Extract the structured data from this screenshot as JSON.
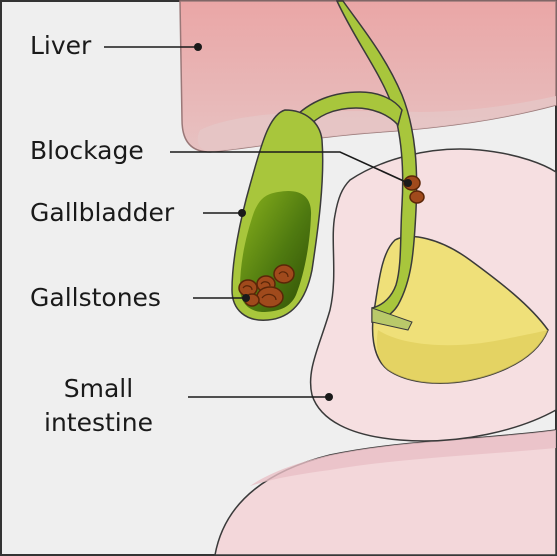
{
  "labels": {
    "liver": "Liver",
    "blockage": "Blockage",
    "gallbladder": "Gallbladder",
    "gallstones": "Gallstones",
    "small_intestine_line1": "Small",
    "small_intestine_line2": "intestine"
  },
  "colors": {
    "background": "#efefef",
    "frame": "#333333",
    "liver": "#e9aeae",
    "liver_shadow": "#e6c5c5",
    "intestine": "#f6dfe1",
    "intestine_shadow": "#ecc4c9",
    "pancreas": "#efe079",
    "duct": "#a8c63c",
    "gallbladder_inner": "#466d0c",
    "stone": "#a04a1c",
    "stone_outline": "#5a2608",
    "leader": "#1a1a1a"
  }
}
